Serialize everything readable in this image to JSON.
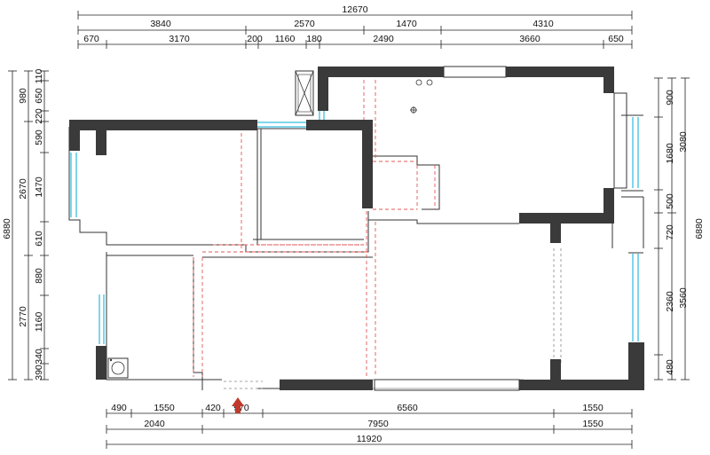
{
  "top_dims": {
    "overall": "12670",
    "row2": [
      "3840",
      "2570",
      "1470",
      "4310"
    ],
    "row3": [
      "670",
      "3170",
      "200",
      "1160",
      "180",
      "2490",
      "3660",
      "650"
    ]
  },
  "bottom_dims": {
    "row1": [
      "490",
      "1550",
      "420",
      "970",
      "6560",
      "1550"
    ],
    "row2": [
      "2040",
      "7950",
      "1550"
    ],
    "overall": "11920"
  },
  "left_dims": {
    "overall": "6880",
    "groups": [
      "980",
      "2670",
      "2770"
    ],
    "segments": [
      "110",
      "650",
      "220",
      "590",
      "1470",
      "610",
      "880",
      "1160",
      "340",
      "390"
    ]
  },
  "right_dims": {
    "overall": "6880",
    "groups": [
      "3080",
      "3560"
    ],
    "segments": [
      "900",
      "1680",
      "500",
      "720",
      "2360",
      "480"
    ]
  },
  "colors": {
    "wall": "#3a3a3a",
    "window": "#55c7e6",
    "hidden_line": "#e05a5a",
    "entry_arrow": "#c0392b"
  },
  "icons": [
    "entry-arrow-icon",
    "ceiling-light-icon",
    "washing-machine-icon",
    "ac-unit-icon"
  ]
}
